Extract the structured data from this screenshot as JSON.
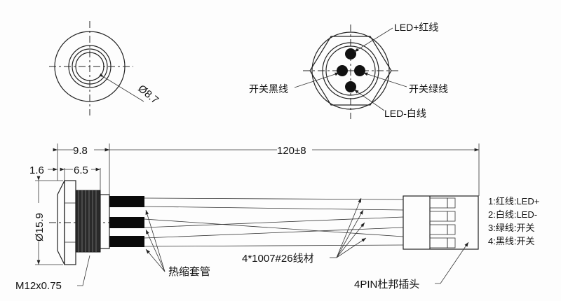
{
  "dimensions": {
    "front_diameter": "Ø8.7",
    "bezel_thickness": "1.6",
    "thread_length": "6.5",
    "body_length": "9.8",
    "cable_length": "120±8",
    "head_diameter": "Ø15.9",
    "thread_spec": "M12x0.75"
  },
  "rear_view_labels": {
    "led_plus": "LED+红线",
    "switch_black": "开关黑线",
    "switch_green": "开关绿线",
    "led_minus": "LED-白线"
  },
  "callouts": {
    "heat_shrink": "热缩套管",
    "wire": "4*1007#26线材",
    "connector": "4PIN杜邦插头"
  },
  "pinout": [
    "1:红线:LED+",
    "2:白线:LED-",
    "3:绿线:开关",
    "4:黑线:开关"
  ]
}
